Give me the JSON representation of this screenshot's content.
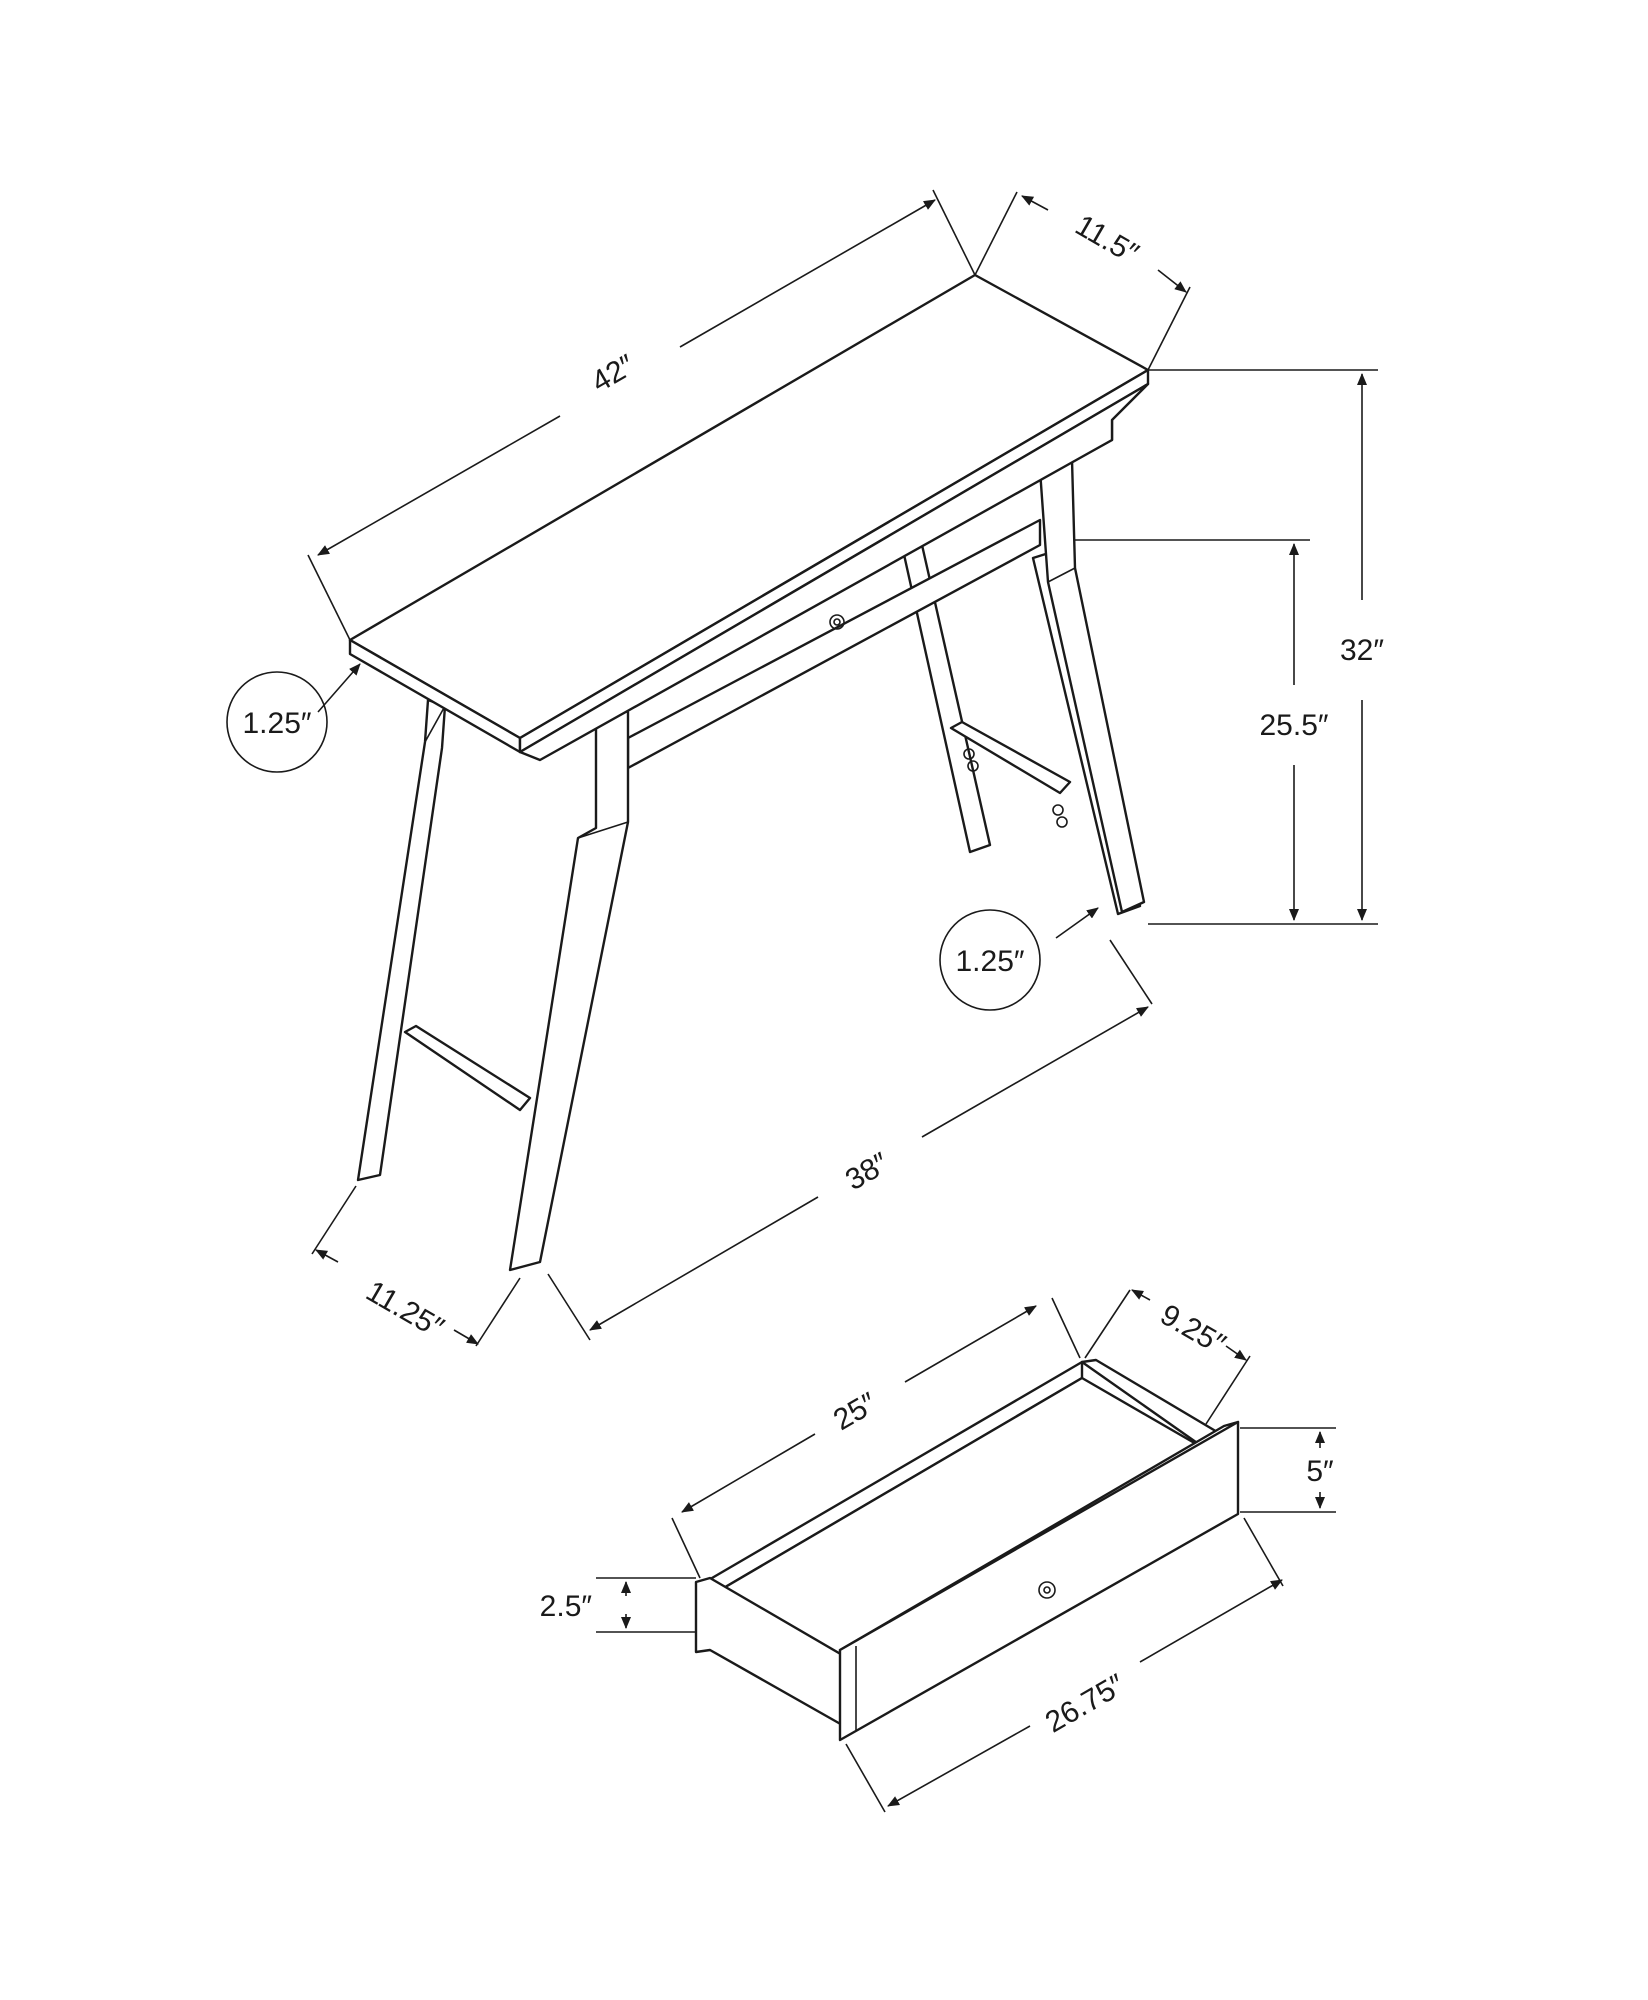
{
  "dimensions": {
    "top_length": "42″",
    "top_depth": "11.5″",
    "top_thickness": "1.25″",
    "total_height": "32″",
    "under_clearance": "25.5″",
    "leg_thickness": "1.25″",
    "leg_span": "38″",
    "leg_depth": "11.25″"
  },
  "drawer_dimensions": {
    "inner_length": "25″",
    "inner_depth": "9.25″",
    "front_height": "5″",
    "side_height": "2.5″",
    "front_length": "26.75″"
  },
  "colors": {
    "line": "#1a1a1a",
    "background": "#ffffff"
  }
}
